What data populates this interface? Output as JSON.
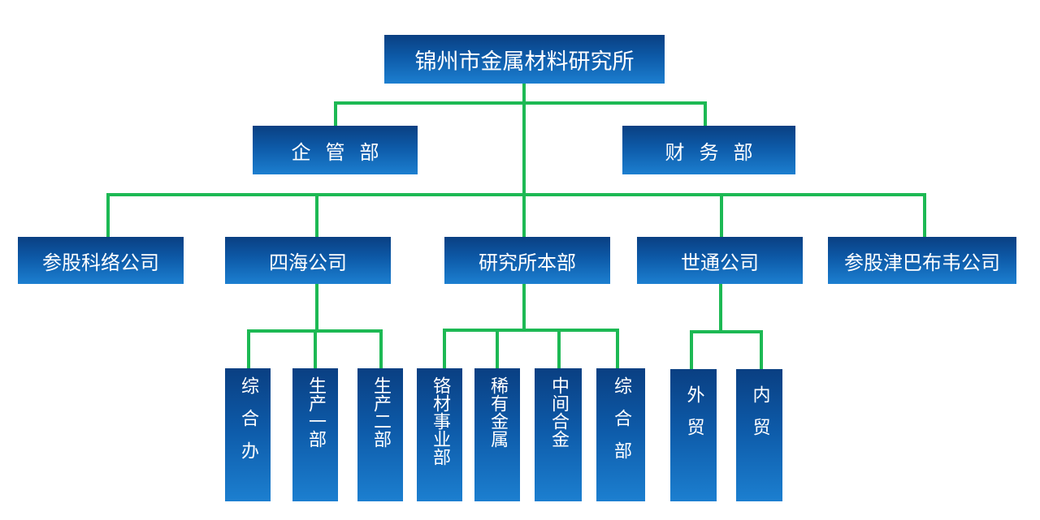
{
  "colors": {
    "line": "#1db954",
    "box_top": "#0a3f82",
    "box_bottom": "#1c7fd0",
    "text": "#ffffff"
  },
  "nodes": {
    "root": "锦州市金属材料研究所",
    "qiguan": "企管部",
    "caiwu": "财务部",
    "kelu": "参股科络公司",
    "sihai": "四海公司",
    "benbu": "研究所本部",
    "shitong": "世通公司",
    "jinba": "参股津巴布韦公司",
    "sihai_zonghe": "综合办",
    "sihai_sc1": "生产一部",
    "sihai_sc2": "生产二部",
    "benbu_ge": "铬材事业部",
    "benbu_xiyou": "稀有金属",
    "benbu_zhongjian": "中间合金",
    "benbu_zonghe": "综合部",
    "shitong_wai": "外贸",
    "shitong_nei": "内贸"
  }
}
